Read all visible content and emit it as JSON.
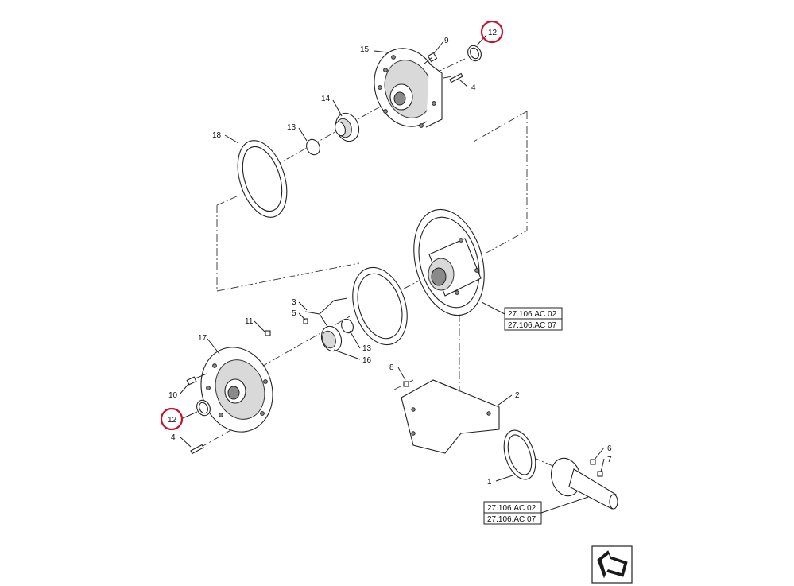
{
  "callouts": {
    "c1": "1",
    "c2": "2",
    "c3": "3",
    "c4a": "4",
    "c4b": "4",
    "c5": "5",
    "c6": "6",
    "c7": "7",
    "c8": "8",
    "c9": "9",
    "c10": "10",
    "c11": "11",
    "c12a": "12",
    "c12b": "12",
    "c13a": "13",
    "c13b": "13",
    "c14": "14",
    "c15": "15",
    "c16": "16",
    "c17": "17",
    "c18": "18"
  },
  "references": {
    "upper": [
      "27.106.AC 02",
      "27.106.AC 07"
    ],
    "lower": [
      "27.106.AC 02",
      "27.106.AC 07"
    ]
  },
  "highlight_color": "#c4122f",
  "nav_icon": "next-page-arrow-icon"
}
